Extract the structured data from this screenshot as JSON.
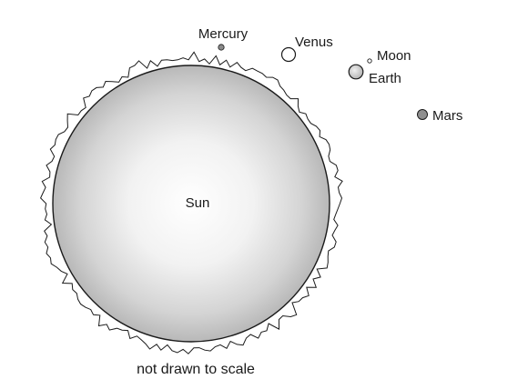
{
  "diagram": {
    "bodies": {
      "sun": {
        "label": "Sun",
        "color": "#d8d8d8"
      },
      "mercury": {
        "label": "Mercury",
        "color": "#8a8a8a"
      },
      "venus": {
        "label": "Venus",
        "color": "#ffffff"
      },
      "moon": {
        "label": "Moon",
        "color": "#ffffff"
      },
      "earth": {
        "label": "Earth",
        "color": "#cfcfcf"
      },
      "mars": {
        "label": "Mars",
        "color": "#8f8f8f"
      }
    },
    "caption": "not drawn to scale"
  }
}
